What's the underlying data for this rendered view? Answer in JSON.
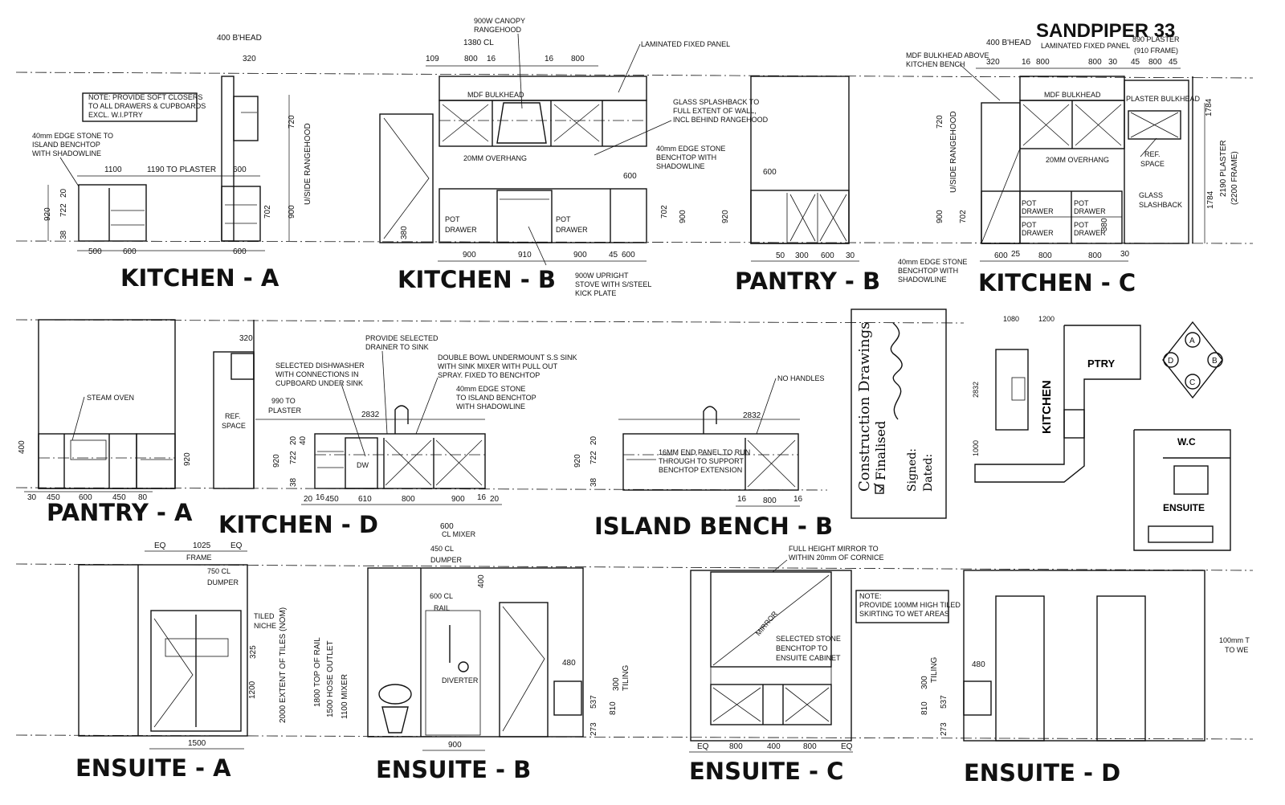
{
  "project": "SANDPIPER 33",
  "elevations": {
    "kitchen_a": "KITCHEN - A",
    "kitchen_b": "KITCHEN - B",
    "pantry_b": "PANTRY - B",
    "kitchen_c": "KITCHEN - C",
    "pantry_a": "PANTRY - A",
    "kitchen_d": "KITCHEN - D",
    "island_bench_b": "ISLAND BENCH - B",
    "ensuite_a": "ENSUITE - A",
    "ensuite_b": "ENSUITE - B",
    "ensuite_c": "ENSUITE - C",
    "ensuite_d": "ENSUITE - D"
  },
  "notes": {
    "soft_closers": [
      "NOTE: PROVIDE SOFT CLOSERS",
      "TO ALL DRAWERS & CUPBOARDS",
      "EXCL. W.I.PTRY"
    ],
    "edge_stone_a": [
      "40mm EDGE STONE TO",
      "ISLAND BENCHTOP",
      "WITH SHADOWLINE"
    ],
    "rangehood": [
      "900W CANOPY",
      "RANGEHOOD"
    ],
    "laminated_panel": "LAMINATED FIXED PANEL",
    "mdf_bulkhead": "MDF BULKHEAD",
    "glass_splashback": [
      "GLASS SPLASHBACK TO",
      "FULL EXTENT OF WALL,",
      "INCL BEHIND RANGEHOOD"
    ],
    "overhang": "20MM OVERHANG",
    "edge_stone_b": [
      "40mm EDGE STONE",
      "BENCHTOP WITH",
      "SHADOWLINE"
    ],
    "pot_drawer": [
      "POT",
      "DRAWER"
    ],
    "stove": [
      "900W UPRIGHT",
      "STOVE WITH S/STEEL",
      "KICK PLATE"
    ],
    "mdf_bulkhead_above": [
      "MDF BULKHEAD ABOVE",
      "KITCHEN BENCH"
    ],
    "laminated_panel_c": "LAMINATED FIXED PANEL",
    "plaster_dim": [
      "890 PLASTER",
      "(910 FRAME)"
    ],
    "plaster_bulkhead": "PLASTER BULKHEAD",
    "ref_space": [
      "REF.",
      "SPACE"
    ],
    "glass_slashback": [
      "GLASS",
      "SLASHBACK"
    ],
    "edge_stone_c": [
      "40mm EDGE STONE",
      "BENCHTOP WITH",
      "SHADOWLINE"
    ],
    "steam_oven": "STEAM OVEN",
    "dishwasher": [
      "SELECTED DISHWASHER",
      "WITH CONNECTIONS IN",
      "CUPBOARD UNDER SINK"
    ],
    "drainer": [
      "PROVIDE SELECTED",
      "DRAINER TO SINK"
    ],
    "sink": [
      "DOUBLE BOWL UNDERMOUNT S.S SINK",
      "WITH SINK MIXER WITH PULL OUT",
      "SPRAY. FIXED TO BENCHTOP"
    ],
    "edge_stone_d": [
      "40mm EDGE STONE",
      "TO ISLAND BENCHTOP",
      "WITH SHADOWLINE"
    ],
    "plaster_990": [
      "990 TO",
      "PLASTER"
    ],
    "dw": "DW",
    "no_handles": "NO HANDLES",
    "end_panel": [
      "16MM END PANEL TO RUN",
      "THROUGH TO SUPPORT",
      "BENCHTOP EXTENSION"
    ],
    "frame": "FRAME",
    "dumper_750": [
      "750 CL",
      "DUMPER"
    ],
    "tiled_niche": [
      "TILED",
      "NICHE"
    ],
    "cl_mixer": [
      "CL MIXER",
      "450 CL",
      "DUMPER"
    ],
    "rail": [
      "600 CL",
      "RAIL"
    ],
    "diverter": "DIVERTER",
    "full_mirror": [
      "FULL HEIGHT MIRROR TO",
      "WITHIN 20mm OF CORNICE"
    ],
    "mirror": "MIRROR",
    "stone_benchtop": [
      "SELECTED STONE",
      "BENCHTOP TO",
      "ENSUITE CABINET"
    ],
    "tiled_skirting": [
      "NOTE:",
      "PROVIDE 100MM HIGH TILED",
      "SKIRTING TO WET AREAS"
    ],
    "tiles_100": [
      "100mm T",
      "TO WE"
    ],
    "tiles_2000": "2000 EXTENT OF TILES (NOM)",
    "rail_1800": "1800 TOP OF RAIL",
    "hose_1500": "1500 HOSE OUTLET",
    "mixer_1100": "1100 MIXER",
    "tiling": "TILING"
  },
  "stamp": {
    "heading": "Construction Drawings",
    "finalised": "Finalised",
    "signed": "Signed:",
    "dated": "Dated:"
  },
  "plan": {
    "ptry": "PTRY",
    "kitchen": "KITCHEN",
    "wc": "W.C",
    "ensuite": "ENSUITE",
    "compass": [
      "A",
      "B",
      "C",
      "D"
    ]
  },
  "dims": {
    "bhead_400": "400 B'HEAD",
    "d320": "320",
    "d1100": "1100",
    "to_plaster_1190": "1190 TO PLASTER",
    "d600": "600",
    "d500": "500",
    "d720": "720",
    "d920": "920",
    "d722": "722",
    "d20": "20",
    "d38": "38",
    "d40": "40",
    "d702": "702",
    "d900": "900",
    "us_rangehood": "U/SIDE RANGEHOOD",
    "cl_1380": "1380 CL",
    "d109": "109",
    "d800": "800",
    "d16": "16",
    "d910": "910",
    "d45": "45",
    "d380": "380",
    "d50": "50",
    "d300": "300",
    "d30": "30",
    "d25": "25",
    "d1784": "1784",
    "plaster_2190": "2190 PLASTER",
    "frame_2200": "(2200 FRAME)",
    "d400": "400",
    "d450": "450",
    "d80": "80",
    "d2832": "2832",
    "d610": "610",
    "d1080": "1080",
    "d1200": "1200",
    "d1000": "1000",
    "eq": "EQ",
    "d1025": "1025",
    "d325": "325",
    "d1500": "1500",
    "d480": "480",
    "d537": "537",
    "d810": "810",
    "d273": "273",
    "d400_2": "400"
  }
}
